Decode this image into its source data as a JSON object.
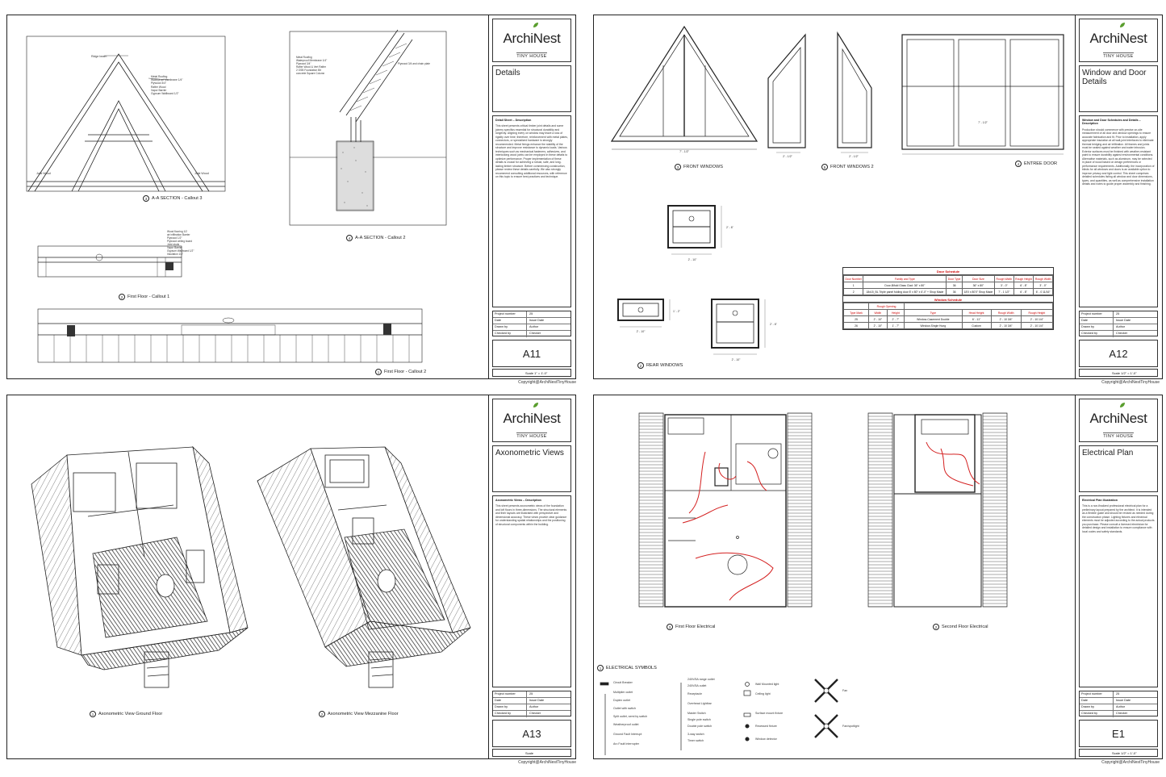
{
  "brand": {
    "name": "ArchiNest",
    "tagline": "TINY HOUSE"
  },
  "copyright": "Copyright@ArchiNestTinyHouse",
  "sheets": {
    "a11": {
      "title": "Details",
      "desc_heading": "Detail Sheet – Description",
      "desc_text": "This sheet presents critical timber joint details and some joinery specifics essential for structural durability and longevity. Aligning every on window may leave a loss of rigidity over time; therefore, reinforcement with metal plates, connectors, or specialized hardware is strongly recommended. Metal fixings enhance the stability of the structure and improve resistance to dynamic loads. Various techniques such as mechanical fasteners, adhesives, and interlocking wood joints can be employed in these details to optimize performance. Proper implementation of these details is crucial for achieving a robust, safe, and long-lasting timber structure. Before commencing construction, please review these details carefully. We also strongly recommend consulting additional resources, with reference on this topic to ensure best practices and technique.",
      "meta": [
        {
          "k": "Project number",
          "v": "25"
        },
        {
          "k": "Date",
          "v": "Issue Date"
        },
        {
          "k": "Drawn by",
          "v": "Author"
        },
        {
          "k": "Checked by",
          "v": "Checker"
        }
      ],
      "number": "A11",
      "scale": "Scale   1\" = 1'-0\"",
      "views": {
        "v1": {
          "num": "3",
          "label": "A-A SECTION - Callout 3"
        },
        "v2": {
          "num": "4",
          "label": "A-A SECTION - Callout 2"
        },
        "v3": {
          "num": "2",
          "label": "First Floor - Callout 1"
        },
        "v4": {
          "num": "1",
          "label": "First Floor - Callout 2"
        }
      },
      "notes": {
        "ridge": "Ridge beam",
        "roof": "Metal Roofing\nWaterproof Membrane 1/4\"\nPlywood 3/4\"\nRafter Wood\nVapor Barrier\nGypsum Wallboard 1/2\"",
        "joist": "Joist Wood",
        "floor": "Wood flooring 1/2\nair infiltration Barrier\nPlywood 1/2\"\nPlywood ceiling board\nJoist studs\nVapor Barrier\nGypsum Wallboard 1/2\"\nInsulation 1/4\"",
        "detail2": "Metal Roofing\nWaterproof Membrane 1/4\"\nPlywood 3/4\"\nRafter Wood & Vert Rafter\n2 OSB Foundation Bit\nconcrete Square Column",
        "detail2b": "Plywood 3/4\nand chain plate"
      }
    },
    "a12": {
      "title": "Window and Door Details",
      "desc_heading": "Window and Door Schedules and Details – Description",
      "desc_text": "Production should commence with precise on-site measurement of all door and window openings to ensure accurate fabrication and fit. Prior to installation, apply appropriate insulation at all wall-joint interfaces to eliminate thermal bridging and air infiltration. All frames and joints must be sealed against weather and water intrusion. Exterior surfaces must be finished with weather-resistant paint to ensure durability against environmental conditions. Alternative materials, such as aluminum, may be selected in place of wood based on design preferences or performance requirements. Additionally, the incorporation of blinds for all windows and doors is an available option to improve privacy and light control. This sheet comprises detailed schedules listing all window and door dimensions, types, and quantities, as well as comprehensive installation details and notes to guide proper assembly and finishing.",
      "meta": [
        {
          "k": "Project number",
          "v": "25"
        },
        {
          "k": "Date",
          "v": "Issue Date"
        },
        {
          "k": "Drawn by",
          "v": "Author"
        },
        {
          "k": "Checked by",
          "v": "Checker"
        }
      ],
      "number": "A12",
      "scale": "Scale   1/2\" = 1'-0\"",
      "views": {
        "v1": {
          "num": "3",
          "label": "FRONT WINDOWS"
        },
        "v2": {
          "num": "5",
          "label": "FRONT WINDOWS 2"
        },
        "v3": {
          "num": "4",
          "label": "ENTREE DOOR"
        },
        "v4": {
          "num": "2",
          "label": "REAR WINDOWS"
        }
      },
      "door_schedule": {
        "title": "Door Schedule",
        "header": [
          "Door Number",
          "Family and Type",
          "Door Type",
          "Door Size",
          "Rough Width",
          "Rough Height",
          "Rough Width"
        ],
        "rows": [
          [
            "1",
            "Door-Bifold Glass Clad: 36\" x 80\"",
            "36",
            "36\" x 80\"",
            "3' - 0\"",
            "6' - 8\"",
            "3' - 0\""
          ],
          [
            "2",
            "18x15_BL Triple panel folding door 8' x 80\" x 6'-0\" + Shop Made",
            "36",
            "18'0 x 80'0\" Shop Made",
            "7' - 1 1/2\"",
            "6' - 8\"",
            "6' - 0 11/16\""
          ]
        ]
      },
      "window_schedule": {
        "title": "Window Schedule",
        "group": "Rough Opening",
        "header": [
          "Type Mark",
          "Width",
          "Height",
          "Type",
          "Head Height",
          "Rough Width",
          "Rough Height"
        ],
        "rows": [
          [
            "25",
            "2' - 10\"",
            "2' - 7\"",
            "Window-Casement Double",
            "6' - 11\"",
            "2' - 10 3/4\"",
            "2' - 10 1/4\""
          ],
          [
            "26",
            "2' - 10\"",
            "1' - 7\"",
            "Window-Single Hung",
            "Custom",
            "2' - 10 3/4\"",
            "2' - 10 1/4\""
          ]
        ]
      }
    },
    "a13": {
      "title": "Axonometric Views",
      "desc_heading": "Axonometric Views – Description",
      "desc_text": "This sheet presents axonometric views of the foundation and loft floors in three-dimensions. The structural elements and their layouts are illustrated with perspective and dimensional accuracy. These views provide clear guidance for understanding spatial relationships and the positioning of structural components within the building.",
      "meta": [
        {
          "k": "Project number",
          "v": "25"
        },
        {
          "k": "Date",
          "v": "Issue Date"
        },
        {
          "k": "Drawn by",
          "v": "Author"
        },
        {
          "k": "Checked by",
          "v": "Checker"
        }
      ],
      "number": "A13",
      "scale": "Scale",
      "views": {
        "v1": {
          "num": "1",
          "label": "Axonometric View Ground Floor"
        },
        "v2": {
          "num": "2",
          "label": "Axonometric View Mezzanine Floor"
        }
      }
    },
    "e1": {
      "title": "Electrical Plan",
      "desc_heading": "Electrical Plan Illustration",
      "desc_text": "This is a non-finalized professional electrical plan for a preliminary layout prepared by the architect. It is intended as a flexible guide and should be revised as needed during the construction phase. Lighting fixtures and electrical elements must be adjusted according to the actual products you purchase. Please consult a licensed electrician for detailed design and installation to ensure compliance with local codes and safety standards.",
      "meta": [
        {
          "k": "Project number",
          "v": "25"
        },
        {
          "k": "Date",
          "v": "Issue Date"
        },
        {
          "k": "Drawn by",
          "v": "Author"
        },
        {
          "k": "Checked by",
          "v": "Checker"
        }
      ],
      "number": "E1",
      "scale": "Scale   1/2\" = 1'-0\"",
      "views": {
        "v1": {
          "num": "3",
          "label": "First Floor Electrical"
        },
        "v2": {
          "num": "2",
          "label": "Second Floor Electrical"
        }
      },
      "legend_title": "ELECTRICAL SYMBOLS",
      "legend_num": "1",
      "legend_col1": [
        "Circuit Breaker",
        "Multiplier outlet",
        "Duplex outlet",
        "Outlet with switch",
        "Split outlet, semi by switch",
        "Weatherproof outlet",
        "Ground Fault Interrupt",
        "Arc Fault Interrupter"
      ],
      "legend_col2": [
        "240V/5A range outlet",
        "240V/5A outlet",
        "Receptacle",
        "Overhead Lightbar",
        "Master Switch",
        "Single pole switch",
        "Double pole switch",
        "3-way switch",
        "Timer switch"
      ],
      "legend_col3": [
        "Wall Mounted light",
        "Ceiling light",
        "Surface mount fixture",
        "Recessed fixture",
        "Window detector"
      ],
      "legend_col4": [
        "Fan",
        "Fan/spotlight"
      ]
    }
  }
}
